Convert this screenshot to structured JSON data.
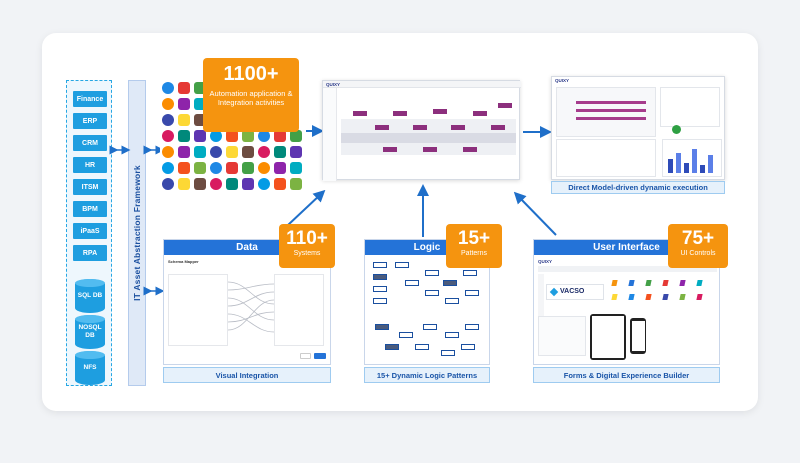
{
  "systems": [
    "Finance",
    "ERP",
    "CRM",
    "HR",
    "ITSM",
    "BPM",
    "iPaaS",
    "RPA"
  ],
  "databases": [
    "SQL DB",
    "NOSQL DB",
    "NFS"
  ],
  "framework_label": "IT Asset Abstraction Framework",
  "automation": {
    "number": "1100+",
    "text": "Automation application & Integration activities"
  },
  "center_shot": {
    "logo": "QUIXY"
  },
  "model_caption": "Direct Model-driven dynamic execution",
  "panels": {
    "data": {
      "title": "Data",
      "badge_number": "110+",
      "badge_text": "Systems",
      "caption": "Visual Integration",
      "mapper_title": "Schema Mapper"
    },
    "logic": {
      "title": "Logic",
      "badge_number": "15+",
      "badge_text": "Patterns",
      "caption": "15+ Dynamic Logic Patterns"
    },
    "ui": {
      "title": "User Interface",
      "badge_number": "75+",
      "badge_text": "UI Controls",
      "caption": "Forms & Digital Experience Builder",
      "brand": "VACSO"
    }
  },
  "colors": {
    "accent": "#2473d8",
    "orange": "#f5940f",
    "light_blue": "#1e9ee0"
  }
}
